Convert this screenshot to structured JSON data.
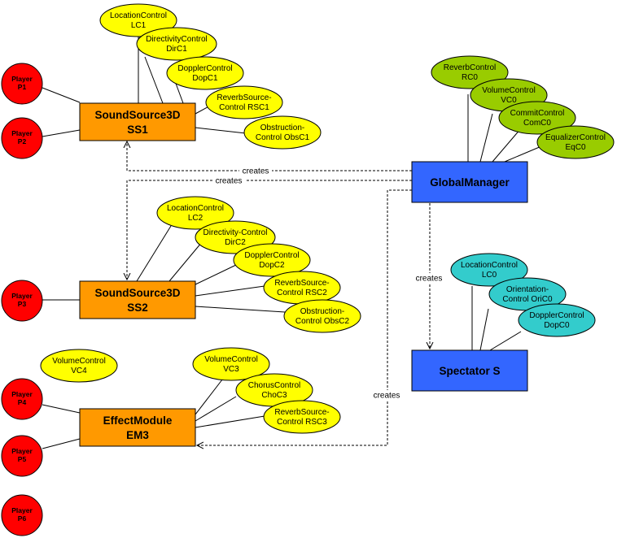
{
  "colors": {
    "player": "#ff0000",
    "player_stroke": "#000000",
    "soundsource": "#ff9900",
    "manager": "#3366ff",
    "yellow_ctrl": "#ffff00",
    "green_ctrl": "#99cc00",
    "cyan_ctrl": "#33cccc"
  },
  "players": {
    "p1": [
      "Player",
      "P1"
    ],
    "p2": [
      "Player",
      "P2"
    ],
    "p3": [
      "Player",
      "P3"
    ],
    "p4": [
      "Player",
      "P4"
    ],
    "p5": [
      "Player",
      "P5"
    ],
    "p6": [
      "Player",
      "P6"
    ]
  },
  "boxes": {
    "ss1": [
      "SoundSource3D",
      "SS1"
    ],
    "ss2": [
      "SoundSource3D",
      "SS2"
    ],
    "em3": [
      "EffectModule",
      "EM3"
    ],
    "global": [
      "GlobalManager"
    ],
    "spectator": [
      "Spectator S"
    ]
  },
  "controls": {
    "lc1": [
      "LocationControl",
      "LC1"
    ],
    "dirc1": [
      "DirectivityControl",
      "DirC1"
    ],
    "dopc1": [
      "DopplerControl",
      "DopC1"
    ],
    "rsc1": [
      "ReverbSource-",
      "Control RSC1"
    ],
    "obsc1": [
      "Obstruction-",
      "Control ObsC1"
    ],
    "lc2": [
      "LocationControl",
      "LC2"
    ],
    "dirc2": [
      "Directivity-Control",
      "DirC2"
    ],
    "dopc2": [
      "DopplerControl",
      "DopC2"
    ],
    "rsc2": [
      "ReverbSource-",
      "Control RSC2"
    ],
    "obsc2": [
      "Obstruction-",
      "Control ObsC2"
    ],
    "vc4": [
      "VolumeControl",
      "VC4"
    ],
    "vc3": [
      "VolumeControl",
      "VC3"
    ],
    "choc3": [
      "ChorusControl",
      "ChoC3"
    ],
    "rsc3": [
      "ReverbSource-",
      "Control RSC3"
    ],
    "rc0": [
      "ReverbControl",
      "RC0"
    ],
    "vc0": [
      "VolumeControl",
      "VC0"
    ],
    "comc0": [
      "CommitControl",
      "ComC0"
    ],
    "eqc0": [
      "EqualizerControl",
      "EqC0"
    ],
    "lc0": [
      "LocationControl",
      "LC0"
    ],
    "oric0": [
      "Orientation-",
      "Control OriC0"
    ],
    "dopc0": [
      "DopplerControl",
      "DopC0"
    ]
  },
  "edges": {
    "creates_ss1": "creates",
    "creates_ss2": "creates",
    "creates_spectator": "creates",
    "creates_em3": "creates"
  }
}
